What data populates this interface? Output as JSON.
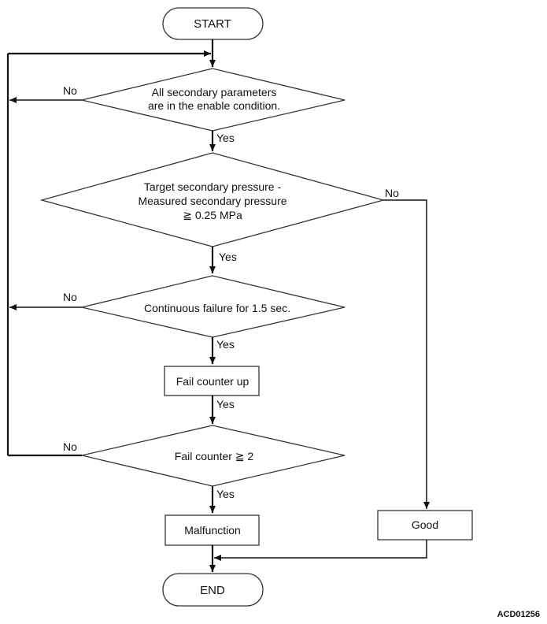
{
  "flowchart": {
    "start": "START",
    "end": "END",
    "decision_enable": {
      "line1": "All secondary parameters",
      "line2": "are in the enable condition."
    },
    "decision_pressure": {
      "line1": "Target secondary pressure -",
      "line2": "Measured secondary pressure",
      "line3": "≧ 0.25 MPa"
    },
    "decision_continuous": "Continuous failure for 1.5 sec.",
    "process_counter_up": "Fail counter up",
    "decision_counter": "Fail counter ≧ 2",
    "process_malfunction": "Malfunction",
    "process_good": "Good",
    "labels": {
      "yes": "Yes",
      "no": "No"
    }
  },
  "figure_code": "ACD01256"
}
